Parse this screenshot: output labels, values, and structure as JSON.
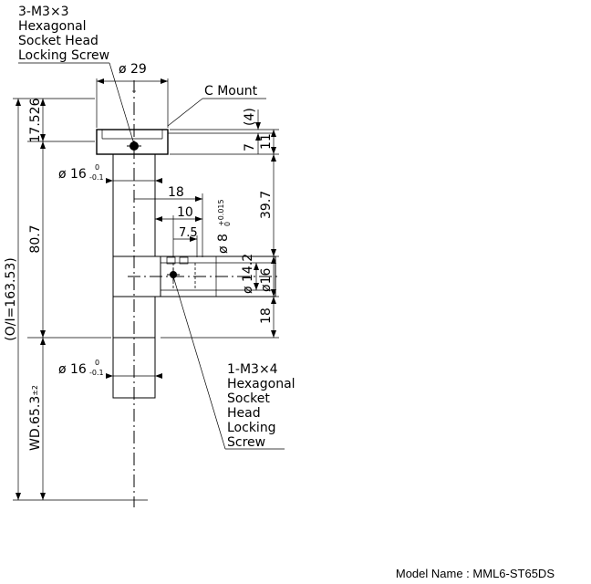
{
  "callouts": {
    "top_screw": [
      "3-M3×3",
      "Hexagonal",
      "Socket Head",
      "Locking Screw"
    ],
    "c_mount": "C Mount",
    "side_screw": [
      "1-M3×4",
      "Hexagonal",
      "Socket",
      "Head",
      "Locking",
      "Screw"
    ]
  },
  "dimensions": {
    "flange_dia": "ø 29",
    "tube_dia_top": "ø 16",
    "tube_dia_bottom": "ø 16",
    "tol_upper": "0",
    "tol_lower": "-0.1",
    "d18_horizontal": "18",
    "d10": "10",
    "d7_5": "7.5",
    "bore_dia": "ø 8",
    "bore_tol_upper": "+0.015",
    "bore_tol_lower": "0",
    "paren_4": "(4)",
    "d7": "7",
    "d11": "11",
    "d39_7": "39.7",
    "port_dia_14_2": "ø 14.2",
    "port_dia_16": "ø16",
    "d18_vertical": "18",
    "d17_526": "17.526",
    "d80_7": "80.7",
    "wd": "WD.65.3",
    "wd_tol": "±2",
    "overall": "(O/I=163.53)"
  },
  "model_label": "Model Name : MML6-ST65DS"
}
